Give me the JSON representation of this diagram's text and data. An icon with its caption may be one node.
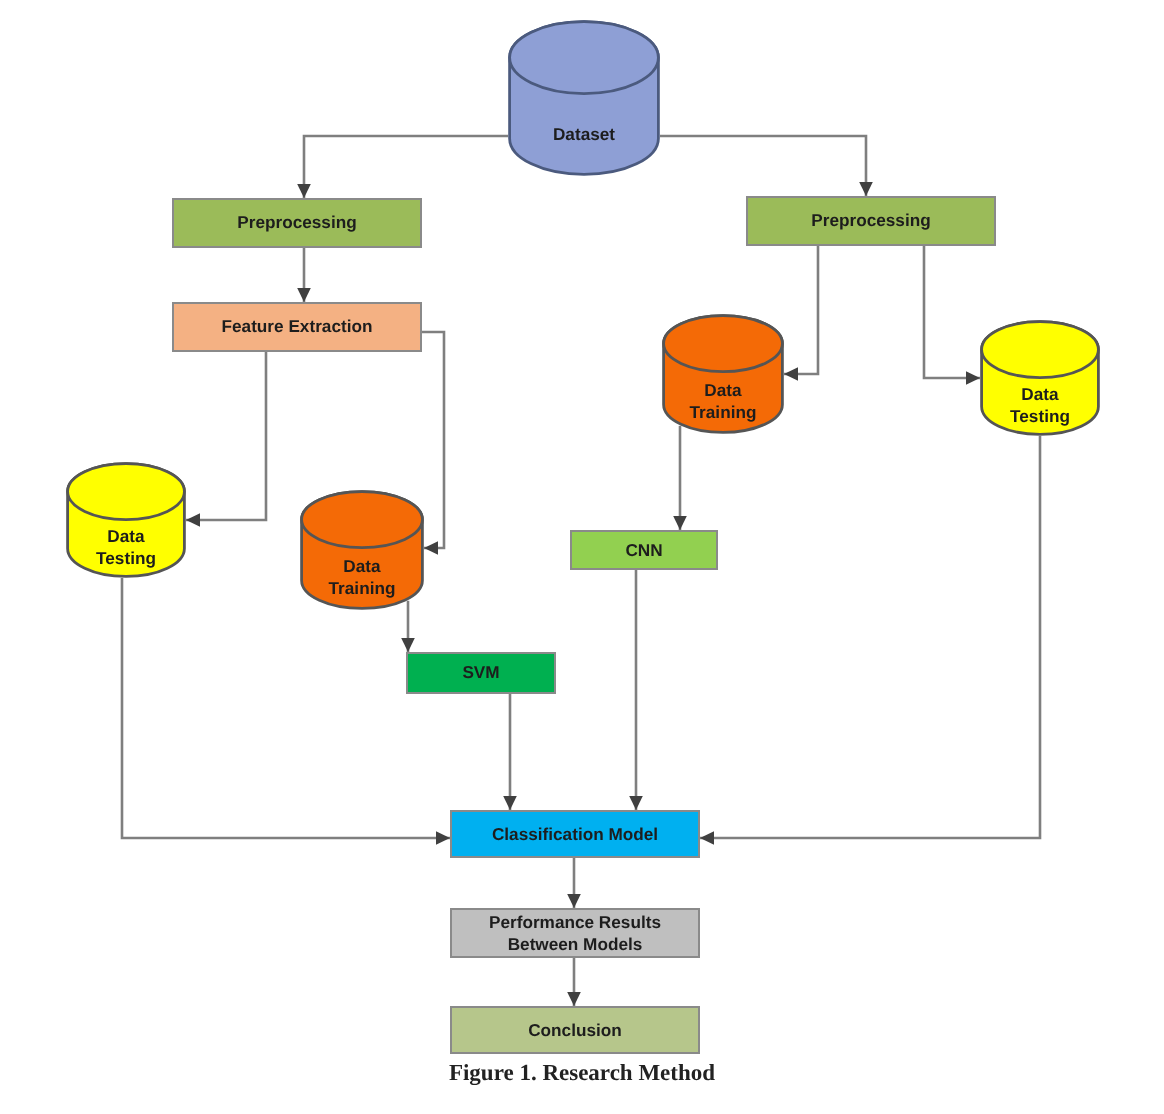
{
  "diagram": {
    "caption": "Figure 1. Research Method",
    "nodes": [
      {
        "text": [
          "Dataset"
        ]
      },
      {
        "text": [
          "Preprocessing"
        ]
      },
      {
        "text": [
          "Preprocessing"
        ]
      },
      {
        "text": [
          "Feature Extraction"
        ]
      },
      {
        "text": [
          "Data Training"
        ]
      },
      {
        "text": [
          "Data Testing"
        ]
      },
      {
        "text": [
          "Data Testing"
        ]
      },
      {
        "text": [
          "Data Training"
        ]
      },
      {
        "text": [
          "CNN"
        ]
      },
      {
        "text": [
          "SVM"
        ]
      },
      {
        "text": [
          "Classification Model"
        ]
      },
      {
        "text": [
          "Performance Results Between Models"
        ]
      },
      {
        "text": [
          "Conclusion"
        ]
      }
    ],
    "edges": [
      {
        "from": 0,
        "to": 1,
        "arrow": "to"
      },
      {
        "from": 0,
        "to": 2,
        "arrow": "to"
      },
      {
        "from": 1,
        "to": 3,
        "arrow": "to"
      },
      {
        "from": 3,
        "to": 6,
        "arrow": "to"
      },
      {
        "from": 3,
        "to": 7,
        "arrow": "to"
      },
      {
        "from": 2,
        "to": 4,
        "arrow": "to"
      },
      {
        "from": 2,
        "to": 5,
        "arrow": "to"
      },
      {
        "from": 7,
        "to": 9,
        "arrow": "to"
      },
      {
        "from": 4,
        "to": 8,
        "arrow": "to"
      },
      {
        "from": 6,
        "to": 10,
        "arrow": "to"
      },
      {
        "from": 9,
        "to": 10,
        "arrow": "to"
      },
      {
        "from": 8,
        "to": 10,
        "arrow": "to"
      },
      {
        "from": 5,
        "to": 10,
        "arrow": "to"
      },
      {
        "from": 10,
        "to": 11,
        "arrow": "to"
      },
      {
        "from": 11,
        "to": 12,
        "arrow": "to"
      }
    ]
  }
}
